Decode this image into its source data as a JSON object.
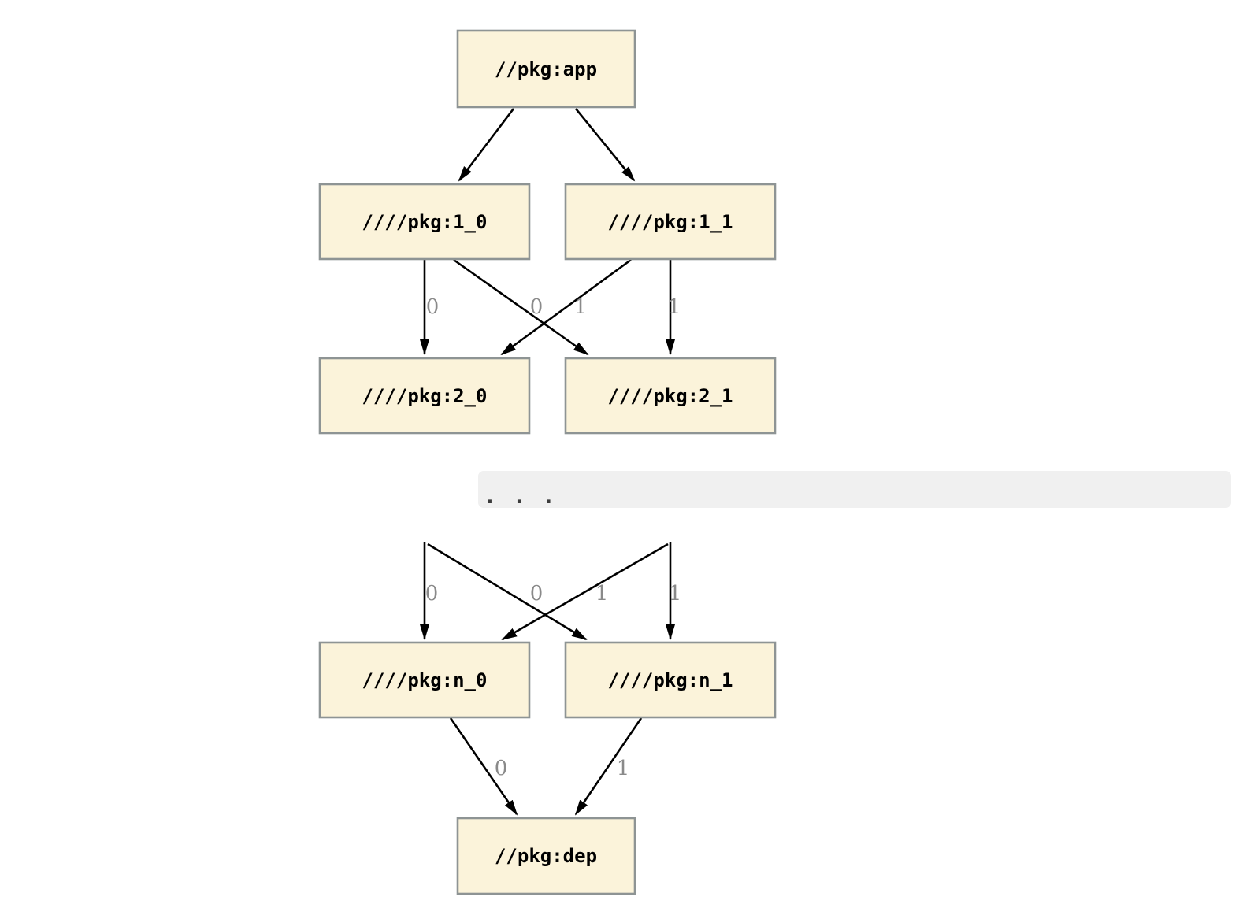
{
  "diagram": {
    "type": "dependency-graph",
    "nodes": [
      {
        "id": "app",
        "label": "//pkg:app"
      },
      {
        "id": "1_0",
        "label": "////pkg:1_0"
      },
      {
        "id": "1_1",
        "label": "////pkg:1_1"
      },
      {
        "id": "2_0",
        "label": "////pkg:2_0"
      },
      {
        "id": "2_1",
        "label": "////pkg:2_1"
      },
      {
        "id": "n_0",
        "label": "////pkg:n_0"
      },
      {
        "id": "n_1",
        "label": "////pkg:n_1"
      },
      {
        "id": "dep",
        "label": "//pkg:dep"
      }
    ],
    "edges": [
      {
        "from": "app",
        "to": "1_0",
        "label": ""
      },
      {
        "from": "app",
        "to": "1_1",
        "label": ""
      },
      {
        "from": "1_0",
        "to": "2_0",
        "label": "0"
      },
      {
        "from": "1_1",
        "to": "2_0",
        "label": "0"
      },
      {
        "from": "1_0",
        "to": "2_1",
        "label": "1"
      },
      {
        "from": "1_1",
        "to": "2_1",
        "label": "1"
      },
      {
        "from": "...",
        "to": "n_0",
        "label": "0"
      },
      {
        "from": "...",
        "to": "n_0",
        "label": "0"
      },
      {
        "from": "...",
        "to": "n_1",
        "label": "1"
      },
      {
        "from": "...",
        "to": "n_1",
        "label": "1"
      },
      {
        "from": "n_0",
        "to": "dep",
        "label": "0"
      },
      {
        "from": "n_1",
        "to": "dep",
        "label": "1"
      }
    ],
    "ellipsis": ". . .",
    "colors": {
      "node_fill": "#fbf3da",
      "node_border": "#8e9494",
      "edge": "#000000",
      "edge_label": "#8a8a8a",
      "band_fill": "#f0f0f0",
      "ellipsis_dots": "#3c3c3c",
      "background": "#ffffff"
    }
  }
}
